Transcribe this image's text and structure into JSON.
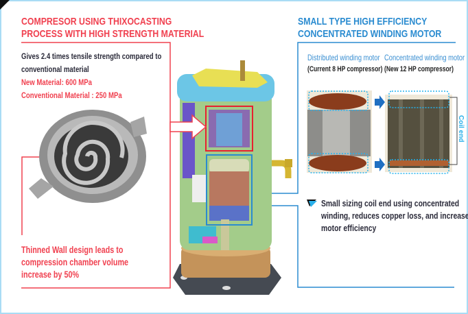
{
  "left_panel": {
    "title_line1": "COMPRESOR USING THIXOCASTING",
    "title_line2": "PROCESS  WITH HIGH STRENGTH MATERIAL",
    "desc_line1": "Gives 2.4 times tensile strength compared to",
    "desc_line2": "conventional material",
    "new_material": "New Material: 600 MPa",
    "conventional_material": "Conventional Material : 250 MPa",
    "thinned_line1": "Thinned Wall design leads to",
    "thinned_line2": "compression chamber volume",
    "thinned_line3": "increase by 50%"
  },
  "right_panel": {
    "title_line1": "SMALL TYPE HIGH EFFICIENCY",
    "title_line2": "CONCENTRATED WINDING MOTOR",
    "distributed_label": "Distributed winding motor",
    "distributed_sub": "(Current 8 HP compressor)",
    "concentrated_label": "Concentrated winding motor",
    "concentrated_sub": "(New 12 HP compressor)",
    "coil_end_label": "Coil end",
    "bullet_line1": "Small sizing coil end using concentrated",
    "bullet_line2": "winding, reduces copper loss, and increases",
    "bullet_line3": "motor efficiency"
  },
  "colors": {
    "red": "#f0404f",
    "blue": "#2a8bd0",
    "frame": "#a9dcf5"
  }
}
